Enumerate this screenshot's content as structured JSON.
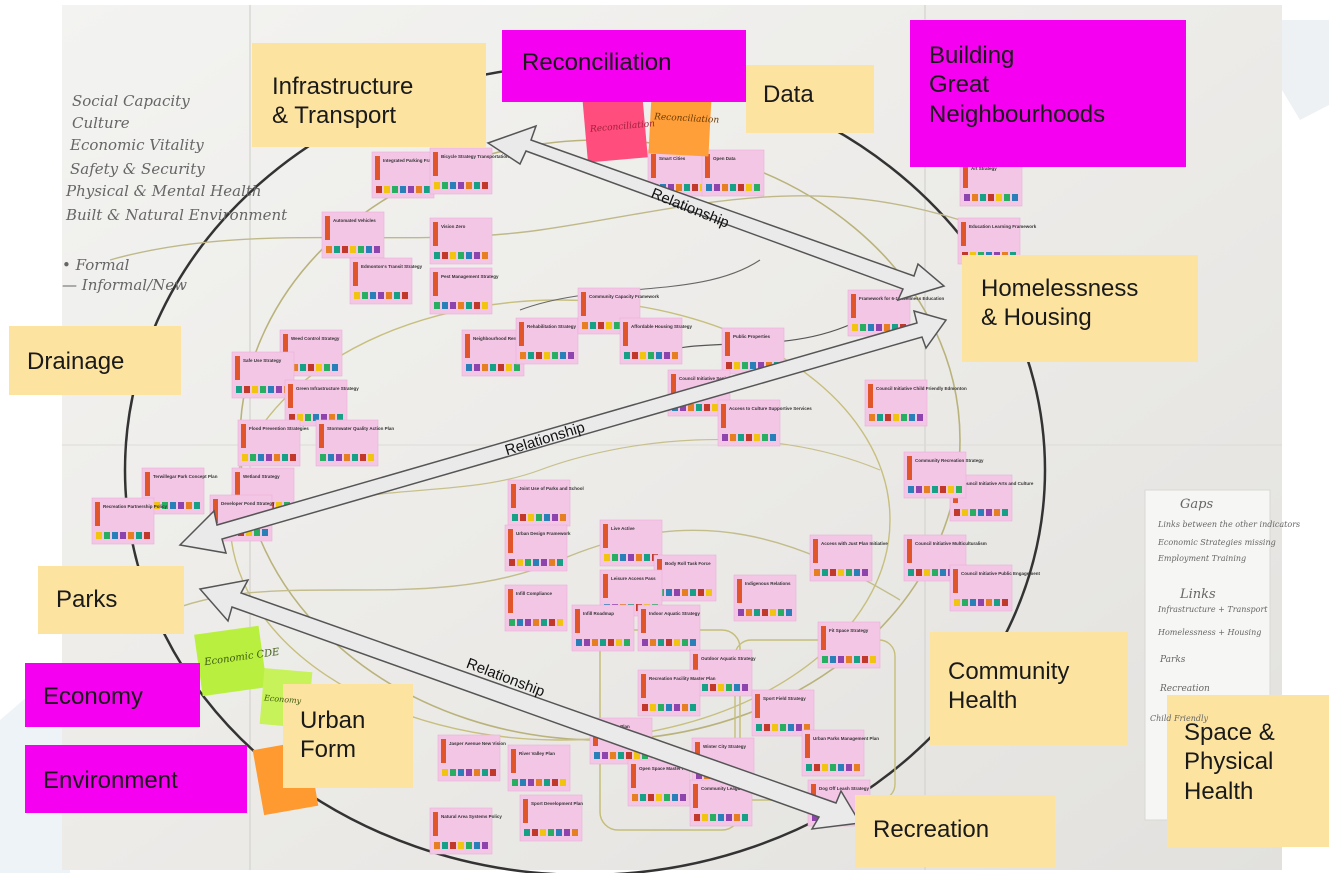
{
  "legend": {
    "items": [
      "Social Capacity",
      "Culture",
      "Economic Vitality",
      "Safety & Security",
      "Physical & Mental Health",
      "Built & Natural Environment"
    ],
    "lines": [
      "• Formal",
      "— Informal/New"
    ]
  },
  "labels": {
    "infrastructure": [
      "Infrastructure",
      "& Transport"
    ],
    "reconciliation": "Reconciliation",
    "data": "Data",
    "building": [
      "Building",
      "Great",
      "Neighbourhoods"
    ],
    "homelessness": [
      "Homelessness",
      "& Housing"
    ],
    "drainage": "Drainage",
    "parks": "Parks",
    "economy": "Economy",
    "environment": "Environment",
    "urban_form": [
      "Urban",
      "Form"
    ],
    "community_health": [
      "Community",
      "Health"
    ],
    "space": [
      "Space &",
      "Physical",
      "Health"
    ],
    "recreation": "Recreation"
  },
  "relationships": [
    "Relationship",
    "Relationship",
    "Relationship"
  ],
  "cards": [
    {
      "title": "Integrated Parking Framework"
    },
    {
      "title": "Bicycle Strategy Transportation Plan"
    },
    {
      "title": "Smart Cities"
    },
    {
      "title": "Open Data"
    },
    {
      "title": "Art Strategy"
    },
    {
      "title": "Automated Vehicles"
    },
    {
      "title": "Vision Zero"
    },
    {
      "title": "Education Learning Framework"
    },
    {
      "title": "Edmonton's Transit Strategy"
    },
    {
      "title": "Pest Management Strategy"
    },
    {
      "title": "Neighbourhood Renewal Strategy"
    },
    {
      "title": "Weed Control Strategy"
    },
    {
      "title": "Rehabilitation Strategy"
    },
    {
      "title": "Safe Use Strategy"
    },
    {
      "title": "Green Infrastructure Strategy"
    },
    {
      "title": "Flood Prevention Strategies"
    },
    {
      "title": "Stormwater Quality Action Plan"
    },
    {
      "title": "Wetland Strategy"
    },
    {
      "title": "Developer Pond Strategy"
    },
    {
      "title": "Community Capacity Framework"
    },
    {
      "title": "Affordable Housing Strategy"
    },
    {
      "title": "Public Properties"
    },
    {
      "title": "Framework for 6-12 Wellness Education"
    },
    {
      "title": "Social Development Framework"
    },
    {
      "title": "Council Initiative Seniors"
    },
    {
      "title": "Access to Culture Supportive Services"
    },
    {
      "title": "Council Initiative Child Friendly Edmonton"
    },
    {
      "title": "Joint Use of Parks and School"
    },
    {
      "title": "Urban Design Framework"
    },
    {
      "title": "Live Active"
    },
    {
      "title": "Body Roll Task Force"
    },
    {
      "title": "Leisure Access Pass"
    },
    {
      "title": "Indigenous Relations"
    },
    {
      "title": "Access with Just Plan Initiative"
    },
    {
      "title": "Council Initiative Multiculturalism"
    },
    {
      "title": "Council Initiative Arts and Culture"
    },
    {
      "title": "Council Initiative Public Engagement"
    },
    {
      "title": "Infill Compliance"
    },
    {
      "title": "Infill Roadmap"
    },
    {
      "title": "Indoor Aquatic Strategy"
    },
    {
      "title": "Outdoor Aquatic Strategy"
    },
    {
      "title": "Sport Field Strategy"
    },
    {
      "title": "Recreation Facility Master Plan"
    },
    {
      "title": "Jasper Avenue New Vision"
    },
    {
      "title": "River Valley Plan"
    },
    {
      "title": "Heritage Plan"
    },
    {
      "title": "Winter City Strategy"
    },
    {
      "title": "Open Space Master Plan"
    },
    {
      "title": "Urban Parks Management Plan"
    },
    {
      "title": "Terwillegar Park Concept Plan"
    },
    {
      "title": "Recreation Partnership Policy"
    },
    {
      "title": "Fit Space Strategy"
    },
    {
      "title": "Community Recreation Strategy"
    },
    {
      "title": "Dog Off Leash Strategy"
    },
    {
      "title": "Natural Area Systems Policy"
    },
    {
      "title": "Sport Development Plan"
    },
    {
      "title": "Community League Partnership"
    }
  ],
  "handwriting": {
    "gaps": "Gaps",
    "links": "Links",
    "notes": [
      "Links between the other indicators",
      "Economic Strategies missing",
      "Employment Training",
      "Infrastructure + Transport",
      "Homelessness + Housing",
      "Parks",
      "Recreation",
      "Child Friendly"
    ],
    "stickies": [
      "Reconciliation",
      "Reconciliation",
      "Economic CDE",
      "Economy"
    ]
  },
  "colors": {
    "tan": "#fde3a0",
    "magenta": "#f500f0",
    "card": "#f3c6e6",
    "arrow": "#e9e9e9"
  }
}
